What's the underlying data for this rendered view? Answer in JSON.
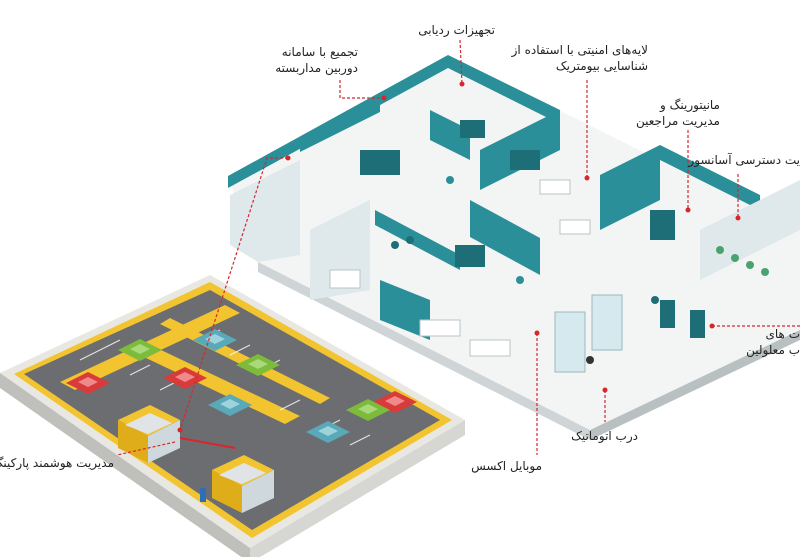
{
  "labels": {
    "tracking": "تجهیزات ردیابی",
    "video": [
      "تجمیع با سامانه",
      "دوربین مداربسته"
    ],
    "biometric": [
      "لایه‌های امنیتی با استفاده از",
      "شناسایی بیومتریک"
    ],
    "monitoring": [
      "مانیتورینگ و",
      "مدیریت مراجعین"
    ],
    "elevator": "یت دسترسی آسانسور",
    "disabled": [
      "ت های",
      "ب معلولین"
    ],
    "auto_door": "درب اتوماتیک",
    "mobile": "موبایل اکسس",
    "parking": "مدیریت هوشمند پارکینگ"
  },
  "colors": {
    "teal": "#2a8f99",
    "dark_teal": "#1d6e77",
    "callout": "#d9262c",
    "parking_asphalt": "#6b6d71",
    "parking_curb": "#f2c430"
  }
}
